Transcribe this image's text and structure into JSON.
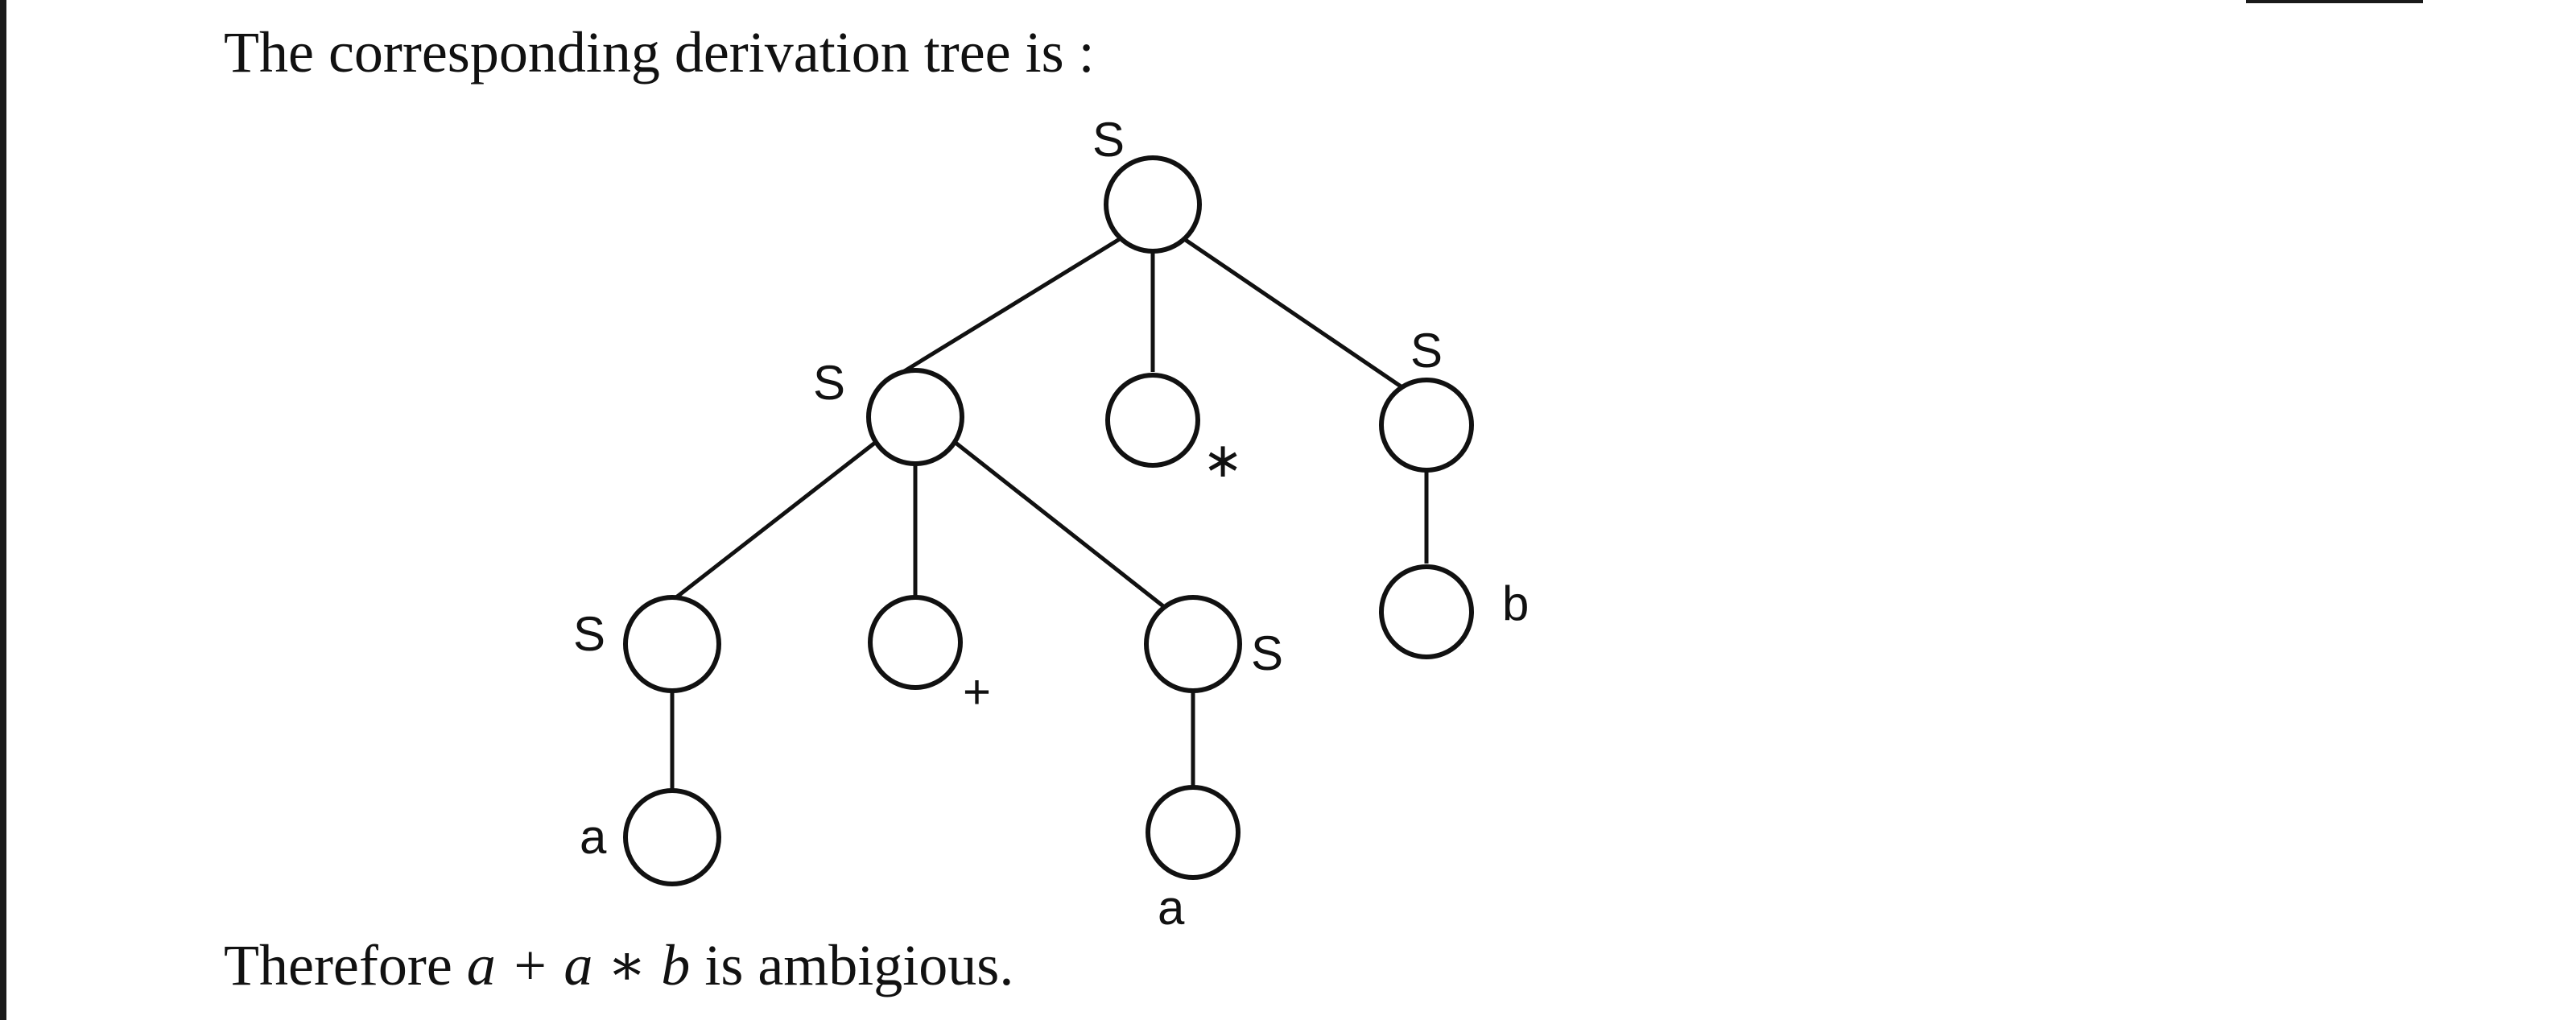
{
  "text": {
    "intro": "The corresponding derivation tree is :",
    "conclusion_prefix": "Therefore ",
    "expression": "a + a ∗ b",
    "conclusion_suffix": " is ambigious."
  },
  "tree": {
    "nodes": [
      {
        "id": "root",
        "label": "S"
      },
      {
        "id": "left",
        "label": "S"
      },
      {
        "id": "star",
        "label": "∗"
      },
      {
        "id": "right",
        "label": "S"
      },
      {
        "id": "left-left",
        "label": "S"
      },
      {
        "id": "plus",
        "label": "+"
      },
      {
        "id": "left-right",
        "label": "S"
      },
      {
        "id": "b-leaf",
        "label": "b"
      },
      {
        "id": "a-leaf-1",
        "label": "a"
      },
      {
        "id": "a-leaf-2",
        "label": "a"
      }
    ],
    "edges": [
      [
        "root",
        "left"
      ],
      [
        "root",
        "star"
      ],
      [
        "root",
        "right"
      ],
      [
        "left",
        "left-left"
      ],
      [
        "left",
        "plus"
      ],
      [
        "left",
        "left-right"
      ],
      [
        "right",
        "b-leaf"
      ],
      [
        "left-left",
        "a-leaf-1"
      ],
      [
        "left-right",
        "a-leaf-2"
      ]
    ]
  }
}
